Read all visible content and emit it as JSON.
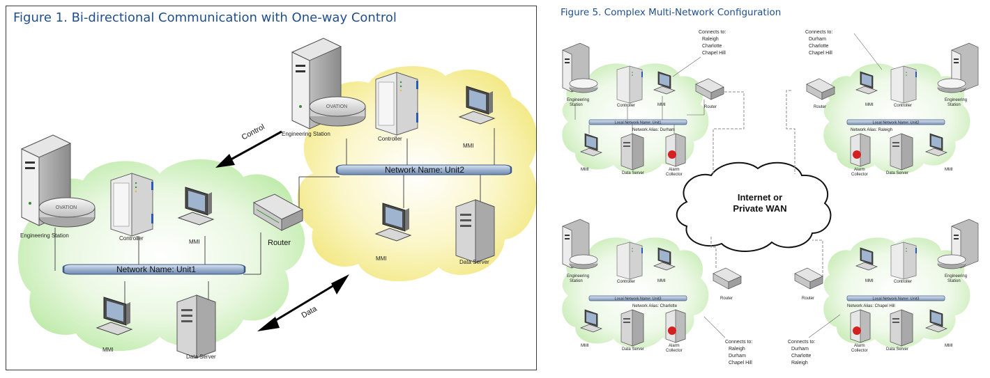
{
  "fig1": {
    "title": "Figure 1. Bi-directional Communication with One-way Control",
    "net1": "Network Name: Unit1",
    "net2": "Network Name: Unit2",
    "eng_station_label": "Engineering Station",
    "controller_label": "Controller",
    "mmi_label": "MMI",
    "data_server_label": "Data Server",
    "router_label": "Router",
    "control_label": "Control",
    "data_label": "Data",
    "ovation": "OVATION"
  },
  "fig5": {
    "title": "Figure 5. Complex Multi-Network Configuration",
    "internet_line1": "Internet or",
    "internet_line2": "Private WAN",
    "eng_station": "Engineering",
    "station": "Station",
    "controller": "Controller",
    "mmi": "MMI",
    "data_server": "Data Server",
    "alarm": "Alarm",
    "collector": "Collector",
    "router": "Router",
    "connects_to": "Connects to:",
    "tl": {
      "net": "Local Network Name: Unit1",
      "alias": "Network Alias: Durham",
      "connects": [
        "Raleigh",
        "Charlotte",
        "Chapel Hill"
      ]
    },
    "tr": {
      "net": "Local Network Name: Unit2",
      "alias": "Network Alias: Raleigh",
      "connects": [
        "Durham",
        "Charlotte",
        "Chapel Hill"
      ]
    },
    "bl": {
      "net": "Local Network Name: Unit3",
      "alias": "Network Alias: Charlotte",
      "connects": [
        "Raleigh",
        "Durham",
        "Chapel Hill"
      ]
    },
    "br": {
      "net": "Local Network Name: Unit3",
      "alias": "Network Alias: Chapel Hill",
      "connects": [
        "Durham",
        "Charlotte",
        "Raleigh"
      ]
    }
  }
}
